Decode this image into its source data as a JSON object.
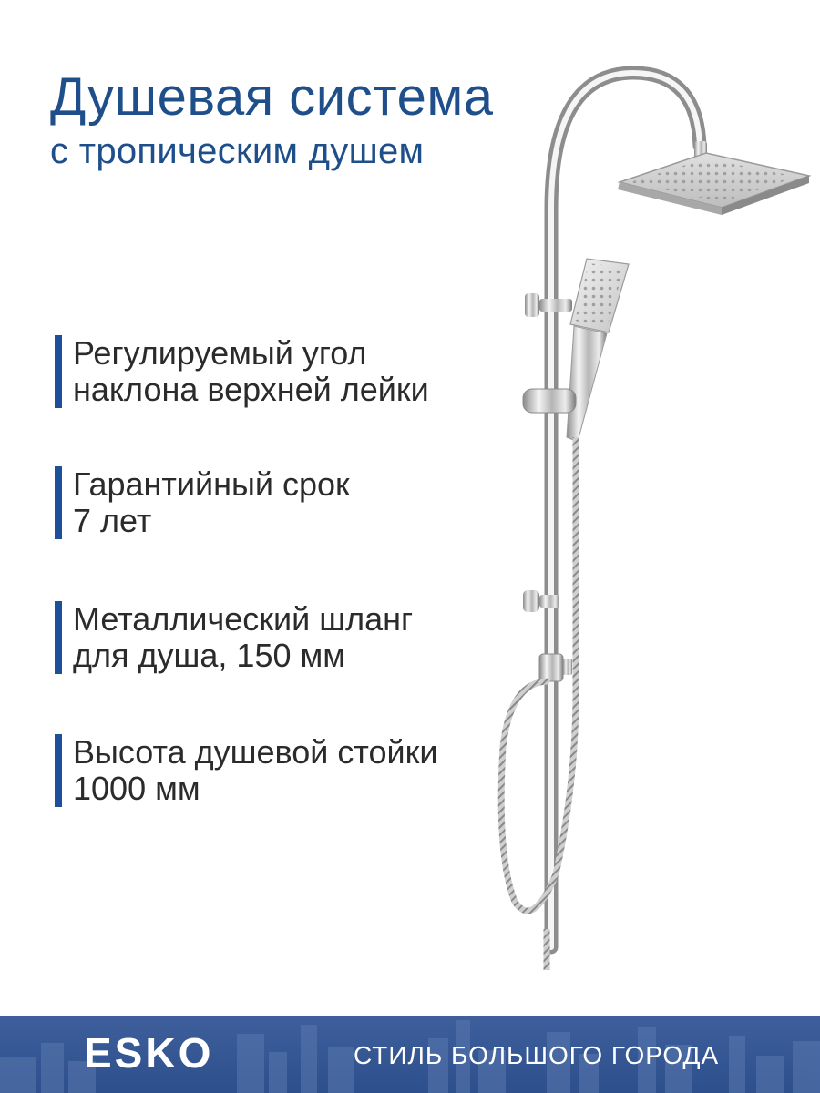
{
  "title": {
    "line1": "Душевая система",
    "line2": "с тропическим душем"
  },
  "features": [
    {
      "line1": "Регулируемый угол",
      "line2": "наклона верхней лейки"
    },
    {
      "line1": "Гарантийный срок",
      "line2": "7 лет"
    },
    {
      "line1": "Металлический шланг",
      "line2": "для душа, 150 мм"
    },
    {
      "line1": "Высота душевой стойки",
      "line2": "1000 мм"
    }
  ],
  "footer": {
    "brand": "ESKO",
    "slogan": "СТИЛЬ БОЛЬШОГО ГОРОДА"
  },
  "colors": {
    "title": "#1f4f8a",
    "accent_bar": "#1e4f9a",
    "body_text": "#2b2b2b",
    "footer_bg": "#2d4f8c"
  }
}
